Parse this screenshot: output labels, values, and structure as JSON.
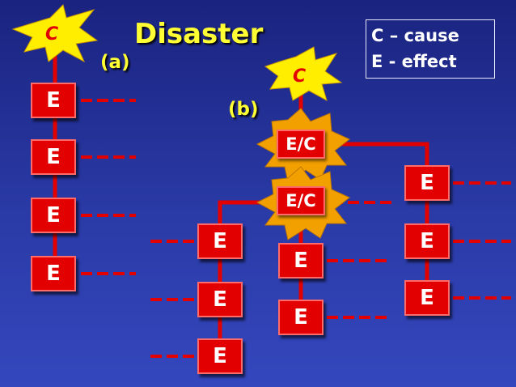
{
  "title": "Disaster",
  "label_a": "(a)",
  "label_b": "(b)",
  "legend": {
    "cause": "C – cause",
    "effect": "E - effect"
  },
  "nodes": {
    "cause": "C",
    "effect": "E",
    "effect_cause": "E/C"
  },
  "colors": {
    "background": "#2a3aa6",
    "title_yellow": "#ffff33",
    "node_red": "#e30000",
    "burst_yellow": "#ffee00",
    "burst_orange": "#f0a000"
  }
}
